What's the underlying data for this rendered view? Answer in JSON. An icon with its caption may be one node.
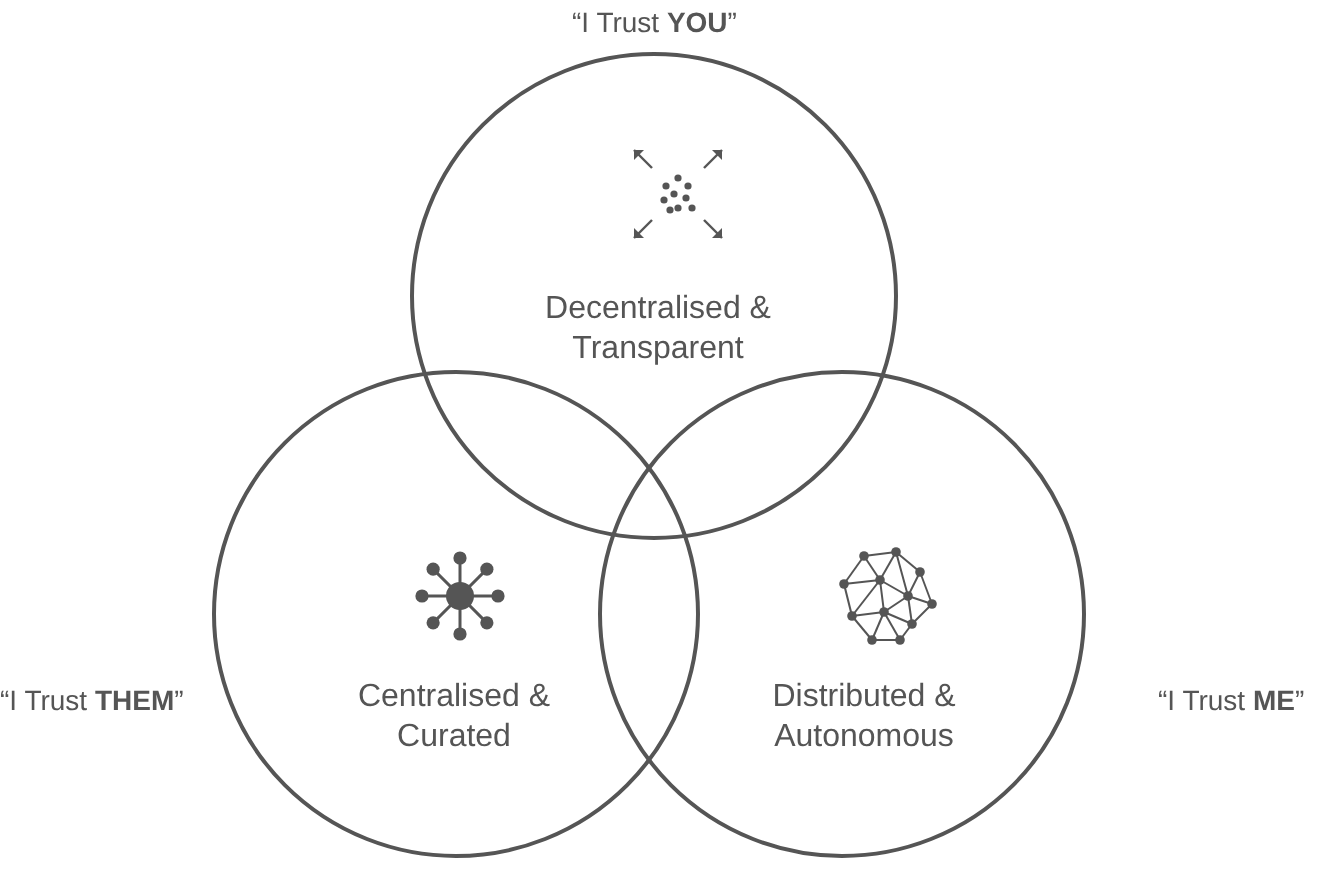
{
  "diagram": {
    "nodes": [
      {
        "text": [
          "Decentralised & Transparent"
        ]
      },
      {
        "text": [
          "Centralised & Curated"
        ]
      },
      {
        "text": [
          "Distributed & Autonomous"
        ]
      }
    ],
    "labels": [
      "“I Trust **YOU**”",
      "“I Trust **THEM**”",
      "“I Trust **ME**”"
    ]
  }
}
